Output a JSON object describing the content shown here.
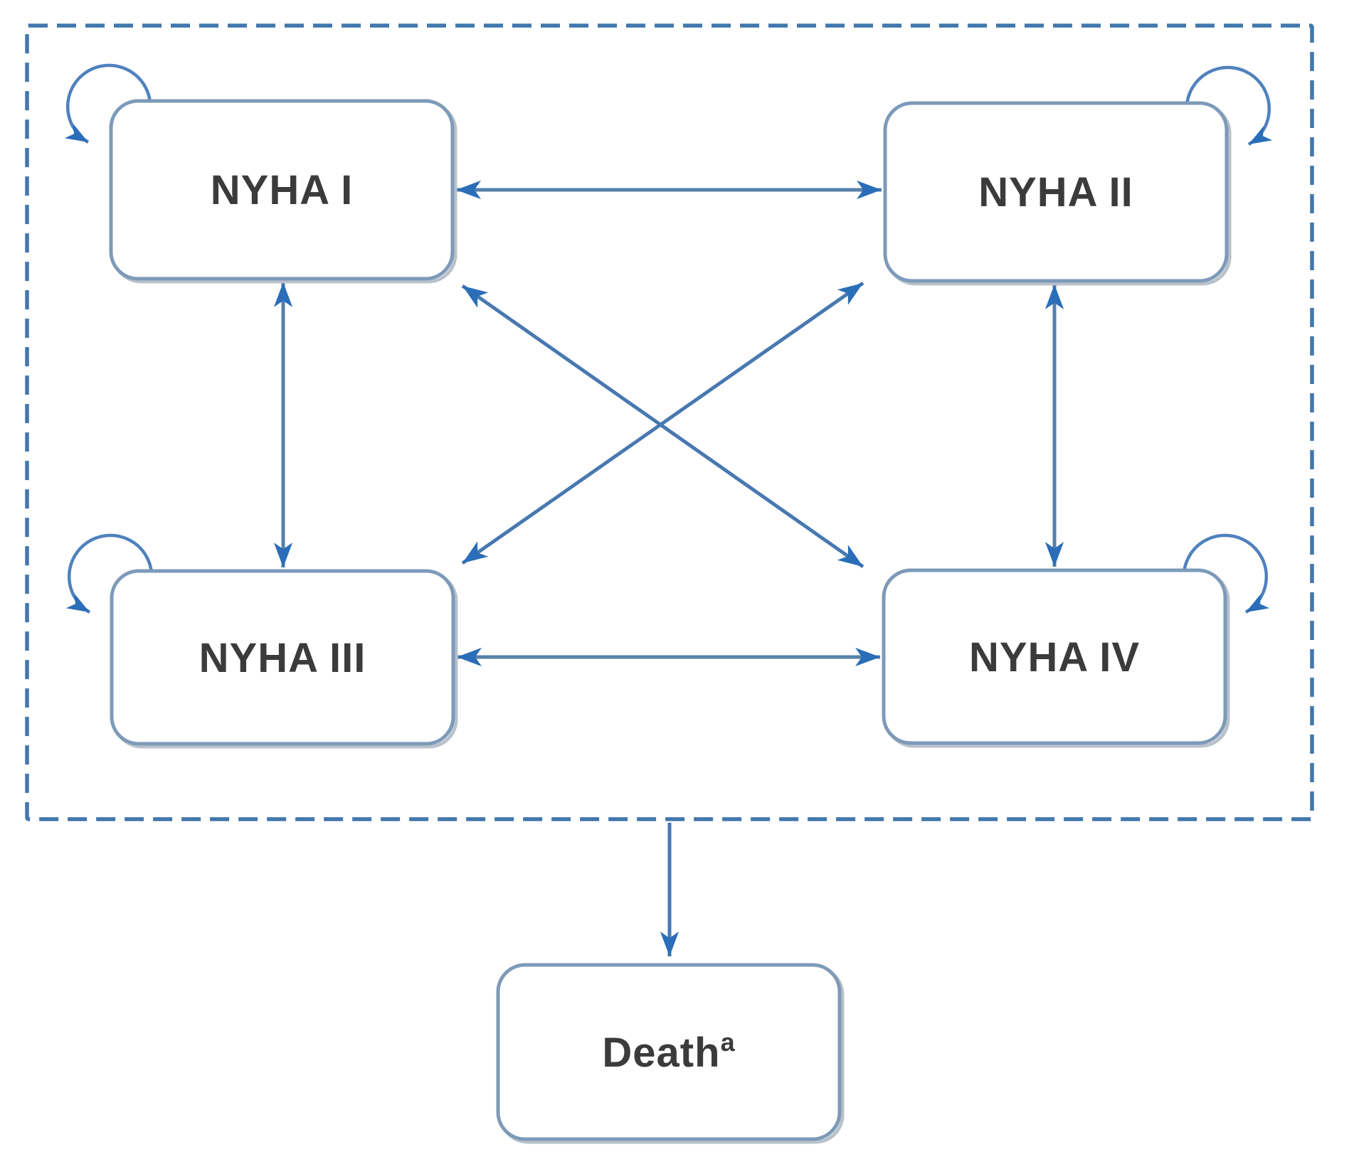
{
  "figure": {
    "type": "markov-state-transition-diagram",
    "background": "#ffffff"
  },
  "states": [
    {
      "id": "nyha-i",
      "label": "NYHA I",
      "self_loop": true
    },
    {
      "id": "nyha-ii",
      "label": "NYHA II",
      "self_loop": true
    },
    {
      "id": "nyha-iii",
      "label": "NYHA III",
      "self_loop": true
    },
    {
      "id": "nyha-iv",
      "label": "NYHA IV",
      "self_loop": true
    }
  ],
  "absorbing_state": {
    "id": "death",
    "label": "Death",
    "superscript": "a"
  },
  "transitions": [
    {
      "from": "NYHA I",
      "to": "NYHA II",
      "bidirectional": true
    },
    {
      "from": "NYHA I",
      "to": "NYHA III",
      "bidirectional": true
    },
    {
      "from": "NYHA I",
      "to": "NYHA IV",
      "bidirectional": true
    },
    {
      "from": "NYHA II",
      "to": "NYHA III",
      "bidirectional": true
    },
    {
      "from": "NYHA II",
      "to": "NYHA IV",
      "bidirectional": true
    },
    {
      "from": "NYHA III",
      "to": "NYHA IV",
      "bidirectional": true
    },
    {
      "from": "NYHA states (dashed model boundary)",
      "to": "Death",
      "bidirectional": false
    }
  ],
  "colors": {
    "connector_line": "#5580a8",
    "diagonal_and_death_line": "#4878b0",
    "arrowhead": "#2a6db8",
    "dashed_border": "#4177ad",
    "box_border": "#7d9ab8",
    "box_shadow": "#b9c1ca",
    "self_loop": "#4f81bd",
    "label_text": "#3b3b3b",
    "background": "#ffffff"
  }
}
